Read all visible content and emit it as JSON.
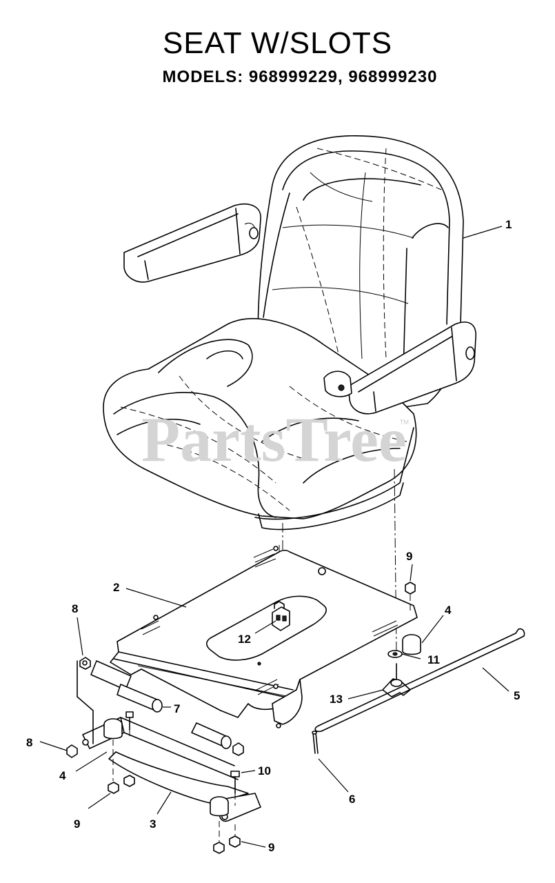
{
  "header": {
    "title": "SEAT W/SLOTS",
    "subtitle": "MODELS: 968999229, 968999230"
  },
  "watermark": {
    "text": "PartsTree",
    "tm": "TM"
  },
  "callouts": [
    {
      "id": "c1",
      "label": "1"
    },
    {
      "id": "c2",
      "label": "2"
    },
    {
      "id": "c3",
      "label": "3"
    },
    {
      "id": "c4a",
      "label": "4"
    },
    {
      "id": "c4b",
      "label": "4"
    },
    {
      "id": "c5",
      "label": "5"
    },
    {
      "id": "c6",
      "label": "6"
    },
    {
      "id": "c7",
      "label": "7"
    },
    {
      "id": "c8a",
      "label": "8"
    },
    {
      "id": "c8b",
      "label": "8"
    },
    {
      "id": "c9a",
      "label": "9"
    },
    {
      "id": "c9b",
      "label": "9"
    },
    {
      "id": "c9c",
      "label": "9"
    },
    {
      "id": "c10",
      "label": "10"
    },
    {
      "id": "c11",
      "label": "11"
    },
    {
      "id": "c12",
      "label": "12"
    },
    {
      "id": "c13",
      "label": "13"
    }
  ]
}
